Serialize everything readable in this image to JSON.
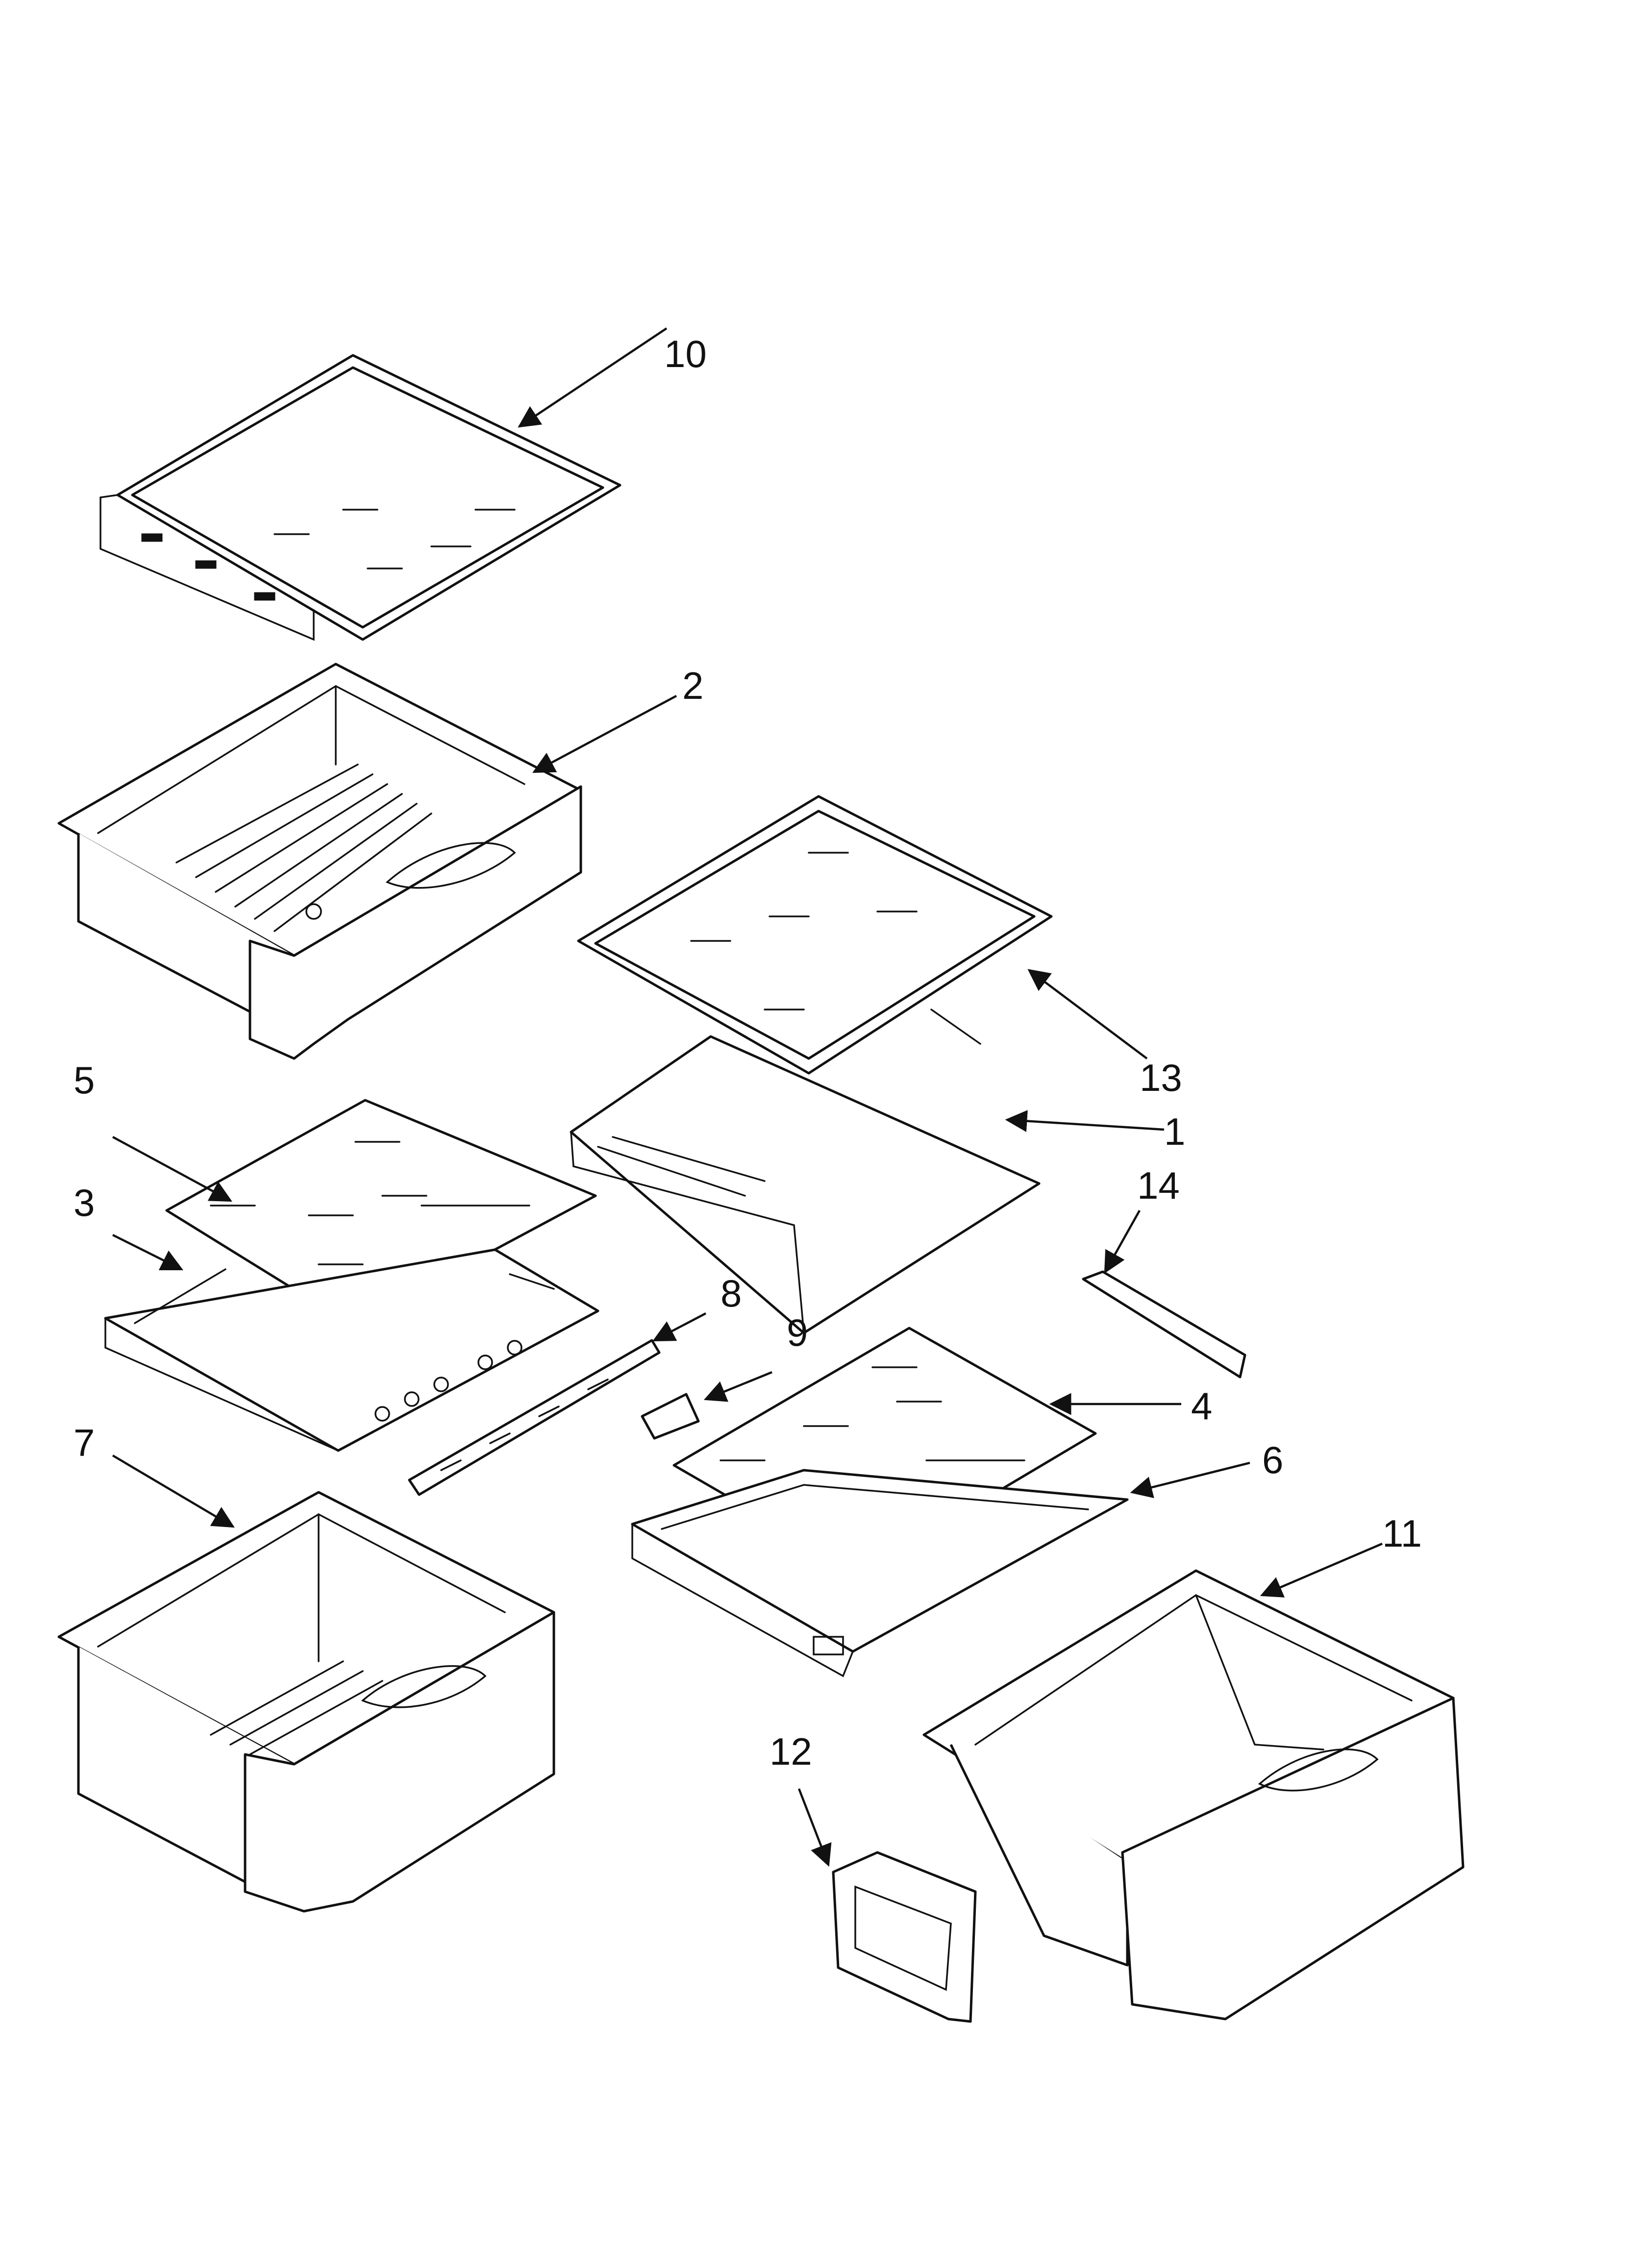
{
  "diagram": {
    "callouts": [
      {
        "id": "10",
        "label": "10"
      },
      {
        "id": "2",
        "label": "2"
      },
      {
        "id": "13",
        "label": "13"
      },
      {
        "id": "1",
        "label": "1"
      },
      {
        "id": "5",
        "label": "5"
      },
      {
        "id": "3",
        "label": "3"
      },
      {
        "id": "14",
        "label": "14"
      },
      {
        "id": "8",
        "label": "8"
      },
      {
        "id": "9",
        "label": "9"
      },
      {
        "id": "4",
        "label": "4"
      },
      {
        "id": "6",
        "label": "6"
      },
      {
        "id": "7",
        "label": "7"
      },
      {
        "id": "11",
        "label": "11"
      },
      {
        "id": "12",
        "label": "12"
      }
    ]
  }
}
